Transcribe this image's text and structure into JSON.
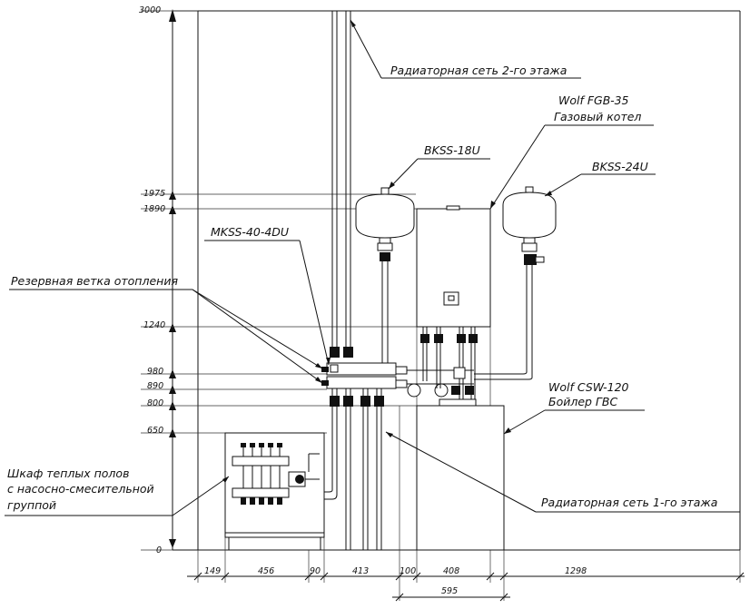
{
  "labels": {
    "radiator_2nd": "Радиаторная сеть 2-го этажа",
    "boiler_wolf": "Wolf FGB-35",
    "boiler_type": "Газовый котел",
    "tank_18": "BKSS-18U",
    "tank_24": "BKSS-24U",
    "manifold": "MKSS-40-4DU",
    "reserve": "Резервная ветка отопления",
    "cylinder_wolf": "Wolf CSW-120",
    "cylinder_type": "Бойлер ГВС",
    "floor_cabinet_1": "Шкаф теплых полов",
    "floor_cabinet_2": "с насосно-смесительной",
    "floor_cabinet_3": "группой",
    "radiator_1st": "Радиаторная сеть 1-го этажа"
  },
  "height_marks": [
    "3000",
    "1975",
    "1890",
    "1240",
    "980",
    "890",
    "800",
    "650",
    "0"
  ],
  "widths": [
    "149",
    "456",
    "90",
    "413",
    "100",
    "408",
    "595",
    "1298"
  ]
}
